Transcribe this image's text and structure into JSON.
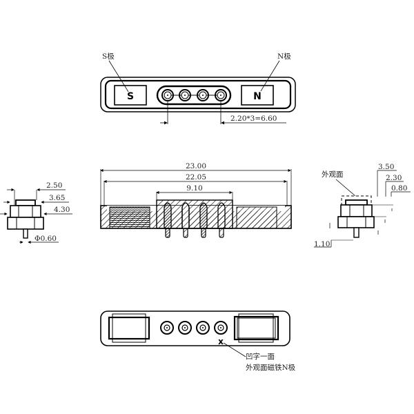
{
  "top_view": {
    "s_pole_label": "S极",
    "n_pole_label": "N极",
    "s_box_text": "S",
    "n_box_text": "N",
    "pitch_dimension": "2.20*3=6.60",
    "pin_count": 4
  },
  "left_side_view": {
    "dims": [
      "2.50",
      "3.65",
      "4.30",
      "Φ0.60"
    ]
  },
  "front_section": {
    "dims": [
      "23.00",
      "22.05",
      "9.10"
    ]
  },
  "right_side_view": {
    "appearance_label": "外观面",
    "dims": [
      "3.50",
      "2.30",
      "0.80",
      "1.10"
    ]
  },
  "bottom_view": {
    "note_line1": "凹字一面",
    "note_line2": "外观面磁铁N极",
    "marker": "x"
  },
  "colors": {
    "line": "#000000",
    "background": "#ffffff"
  }
}
